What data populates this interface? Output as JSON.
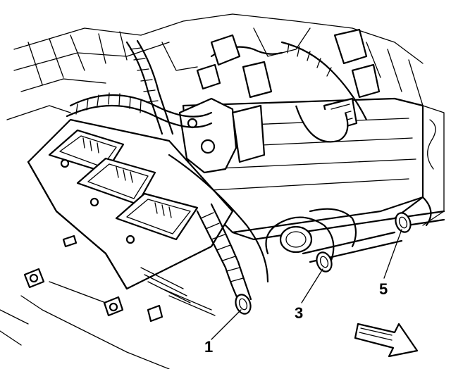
{
  "callouts": [
    {
      "id": "1",
      "label": "1"
    },
    {
      "id": "3",
      "label": "3"
    },
    {
      "id": "5",
      "label": "5"
    }
  ],
  "icons": {
    "direction": "forward-arrow-icon"
  },
  "colors": {
    "line": "#000000",
    "background": "#ffffff"
  }
}
